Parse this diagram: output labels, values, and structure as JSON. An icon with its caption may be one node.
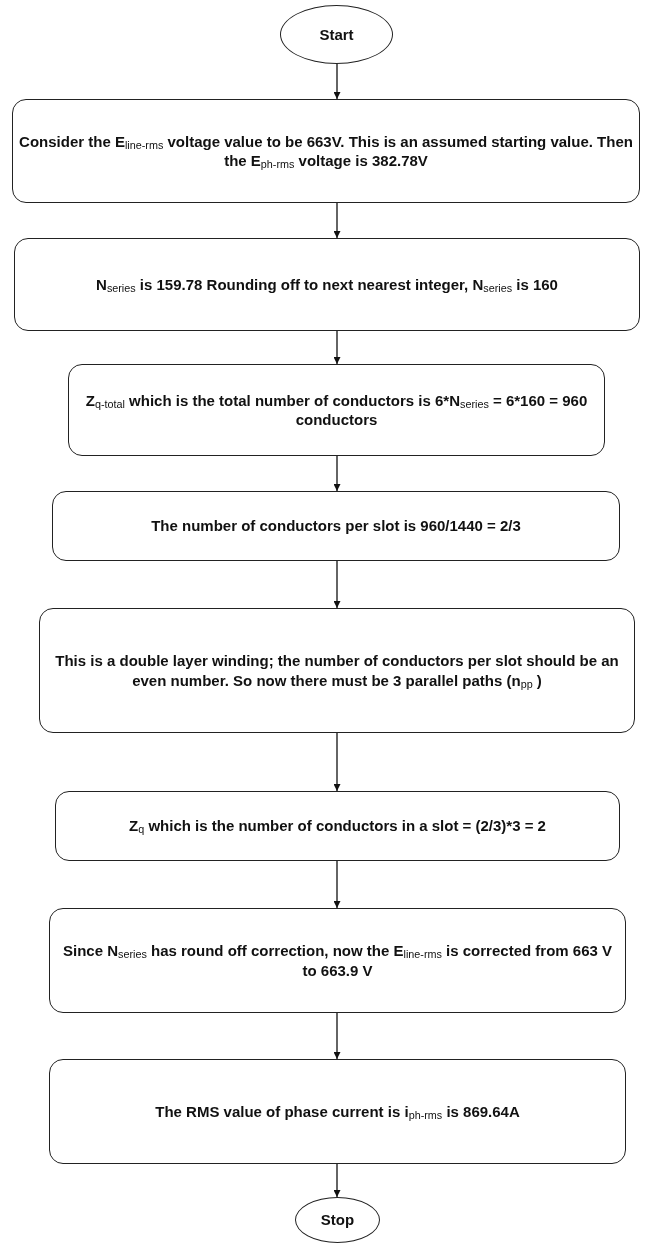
{
  "diagram": {
    "nodes": [
      {
        "text": [
          "Start"
        ]
      },
      {
        "text": [
          "Consider the E$_{line-rms}$ voltage value to be 663V. This is an assumed starting value. Then the E$_{ph-rms}$ voltage is 382.78V"
        ]
      },
      {
        "text": [
          "N$_{series}$ is 159.78 Rounding off to next nearest integer, N$_{series}$ is 160"
        ]
      },
      {
        "text": [
          "Z$_{q-total}$ which is the total number of conductors is 6*N$_{series}$ =  6*160 = 960 conductors"
        ]
      },
      {
        "text": [
          "The number of conductors per slot is 960/1440 = 2/3"
        ]
      },
      {
        "text": [
          "This is a double layer winding; the number of conductors per slot should be an even number. So now there must be 3 parallel paths (n$_{pp}$ )"
        ]
      },
      {
        "text": [
          "Z$_{q}$ which is the number of conductors in a slot = (2/3)*3 = 2"
        ]
      },
      {
        "text": [
          "Since N$_{series}$ has round off correction, now the E$_{line-rms}$ is corrected from 663 V to 663.9 V"
        ]
      },
      {
        "text": [
          "The RMS value of phase current is i$_{ph-rms}$ is 869.64A"
        ]
      },
      {
        "text": [
          "Stop"
        ]
      }
    ],
    "edges": [
      {
        "from": 0,
        "to": 1,
        "arrow": "to"
      },
      {
        "from": 1,
        "to": 2,
        "arrow": "to"
      },
      {
        "from": 2,
        "to": 3,
        "arrow": "to"
      },
      {
        "from": 3,
        "to": 4,
        "arrow": "to"
      },
      {
        "from": 4,
        "to": 5,
        "arrow": "to"
      },
      {
        "from": 5,
        "to": 6,
        "arrow": "to"
      },
      {
        "from": 6,
        "to": 7,
        "arrow": "to"
      },
      {
        "from": 7,
        "to": 8,
        "arrow": "to"
      },
      {
        "from": 8,
        "to": 9,
        "arrow": "to"
      }
    ]
  }
}
